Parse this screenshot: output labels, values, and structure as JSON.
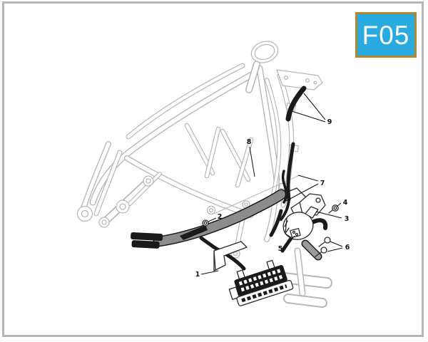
{
  "badge": {
    "code": "F05",
    "background_color": "#29abe2",
    "border_color": "#b5882d",
    "text_color": "#ffffff"
  },
  "diagram": {
    "description": "Exploded line drawing of a motorcycle trellis frame with wiring harness, cables, hoses, brackets and electrical components",
    "callouts": [
      {
        "label": "1"
      },
      {
        "label": "2"
      },
      {
        "label": "3"
      },
      {
        "label": "4"
      },
      {
        "label": "5"
      },
      {
        "label": "6"
      },
      {
        "label": "7"
      },
      {
        "label": "8"
      },
      {
        "label": "9"
      }
    ],
    "colors": {
      "line_art": "#b6b6b6",
      "black_parts": "#1a1a1a",
      "harness": "#8c8c8c",
      "page_border": "#b5b5b5",
      "background": "#ffffff"
    }
  }
}
